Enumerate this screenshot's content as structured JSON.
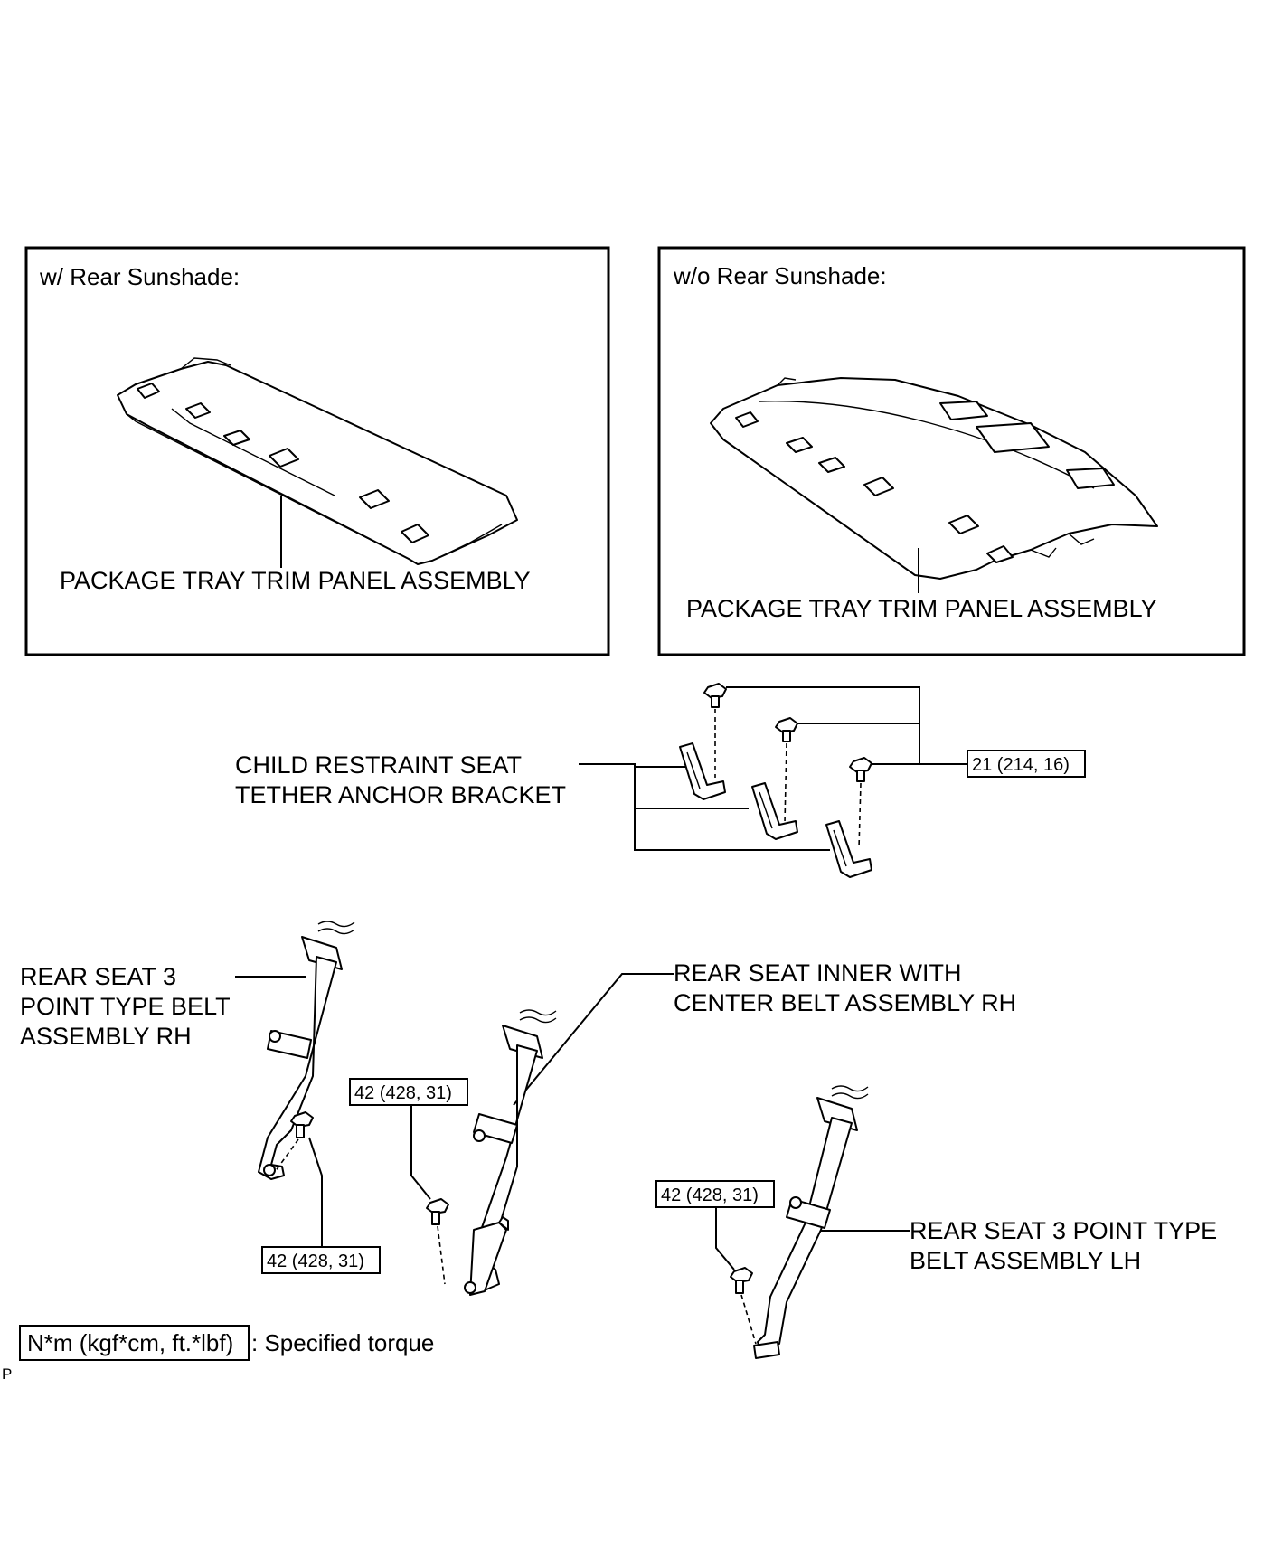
{
  "panels": {
    "with_sunshade": {
      "heading": "w/ Rear Sunshade:",
      "label": "PACKAGE TRAY TRIM PANEL ASSEMBLY"
    },
    "without_sunshade": {
      "heading": "w/o Rear Sunshade:",
      "label": "PACKAGE TRAY TRIM PANEL ASSEMBLY"
    }
  },
  "tether_bracket": {
    "label_line1": "CHILD RESTRAINT SEAT",
    "label_line2": "TETHER ANCHOR BRACKET",
    "torque": "21 (214, 16)"
  },
  "belt_rh": {
    "label_line1": "REAR SEAT 3",
    "label_line2": "POINT TYPE BELT",
    "label_line3": "ASSEMBLY RH",
    "torque": "42 (428, 31)"
  },
  "inner_center_belt": {
    "label_line1": "REAR SEAT INNER WITH",
    "label_line2": "CENTER BELT ASSEMBLY RH",
    "torque": "42 (428, 31)"
  },
  "belt_lh": {
    "label_line1": "REAR SEAT 3 POINT TYPE",
    "label_line2": "BELT ASSEMBLY LH",
    "torque": "42 (428, 31)"
  },
  "legend": {
    "unit": "N*m (kgf*cm, ft.*lbf)",
    "description": ": Specified torque"
  },
  "corner_mark": "P"
}
